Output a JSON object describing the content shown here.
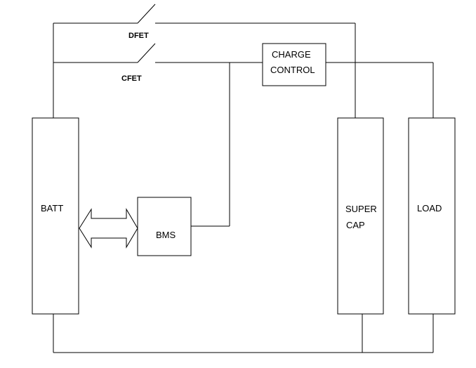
{
  "diagram": {
    "blocks": {
      "batt": "BATT",
      "bms": "BMS",
      "charge_control": [
        "CHARGE",
        "CONTROL"
      ],
      "super_cap": [
        "SUPER",
        "CAP"
      ],
      "load": "LOAD"
    },
    "switches": {
      "dfet": "DFET",
      "cfet": "CFET"
    }
  }
}
